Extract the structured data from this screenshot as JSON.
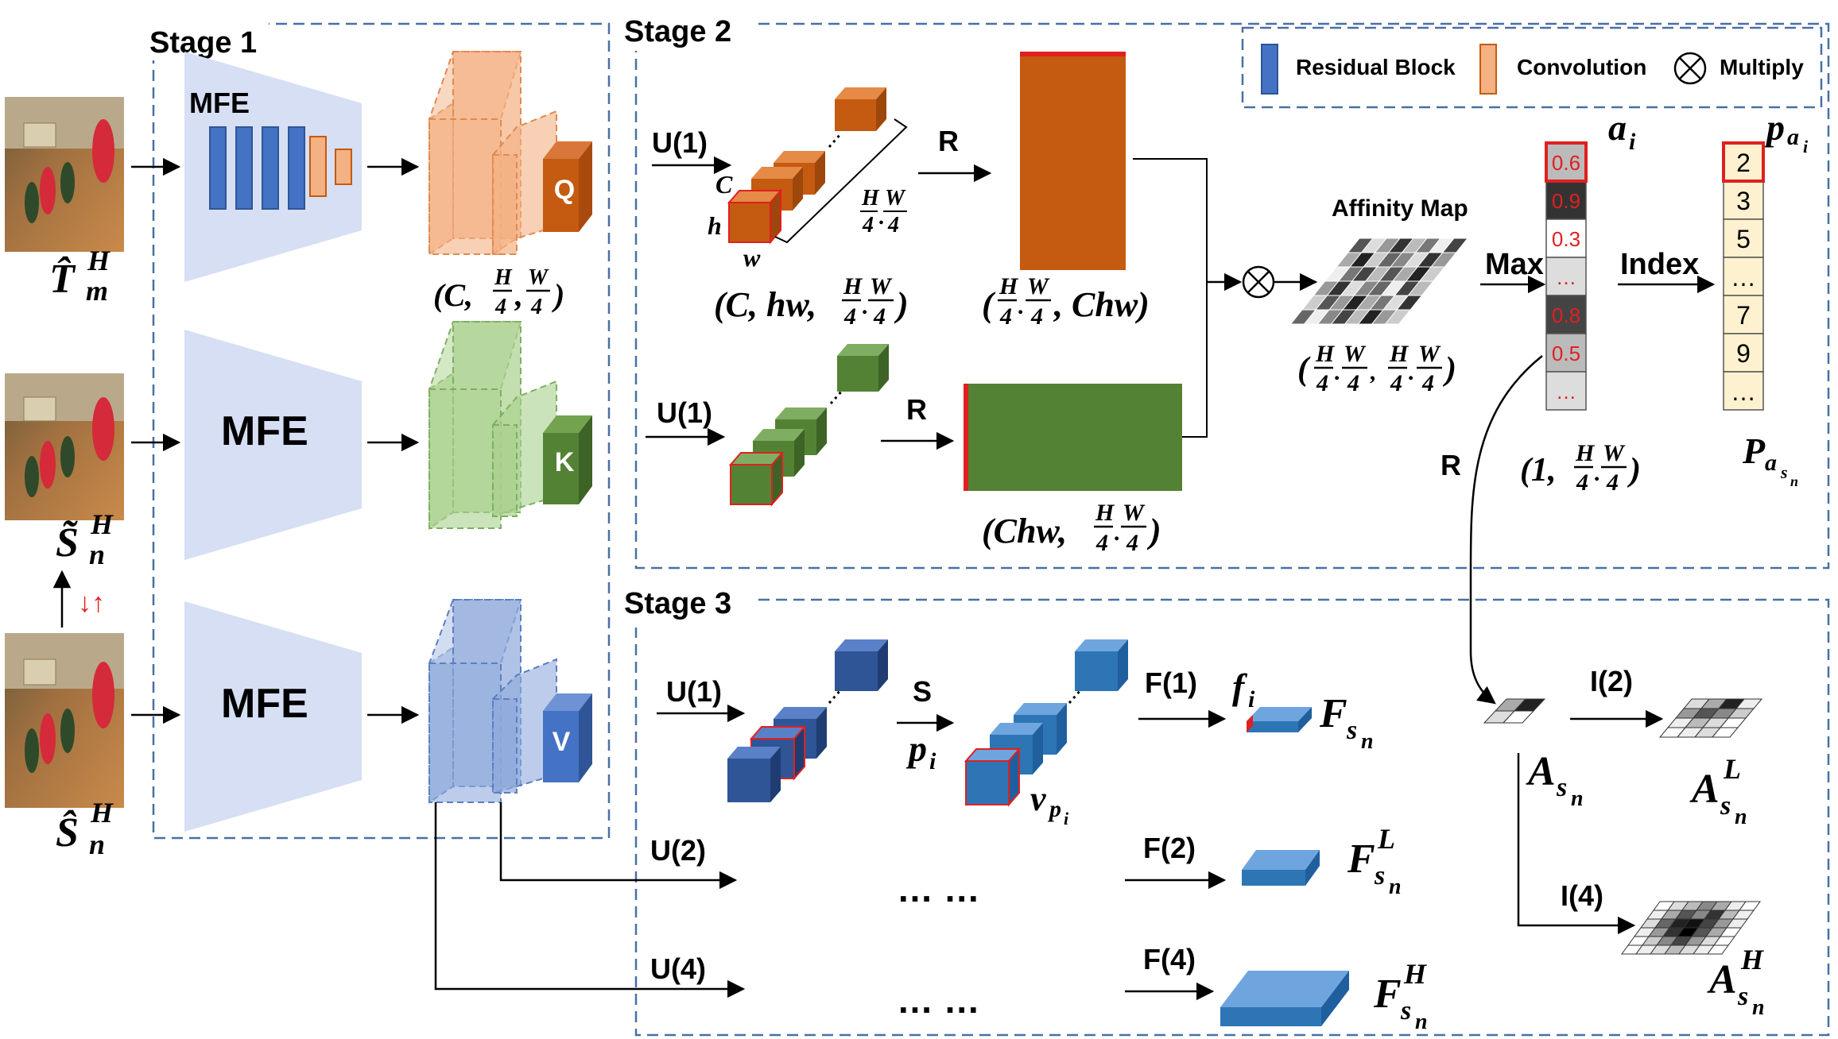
{
  "stages": {
    "stage1": "Stage 1",
    "stage2": "Stage 2",
    "stage3": "Stage 3"
  },
  "legend": {
    "residual": "Residual Block",
    "conv": "Convolution",
    "multiply": "Multiply"
  },
  "stage1": {
    "mfe_small": "MFE",
    "mfe": "MFE",
    "q": "Q",
    "k": "K",
    "v": "V",
    "inputs": {
      "t": "T̂",
      "t_sup": "H",
      "t_sub": "m",
      "s1": "S̃",
      "s1_sup": "H",
      "s1_sub": "n",
      "s2": "Ŝ",
      "s2_sup": "H",
      "s2_sub": "n"
    },
    "updown": "↓↑",
    "qshape": {
      "pre": "(C,",
      "a_num": "H",
      "a_den": "4",
      "b_num": "W",
      "b_den": "4",
      "post": ")"
    }
  },
  "stage2": {
    "u1": "U(1)",
    "u1b": "U(1)",
    "r": "R",
    "rb": "R",
    "c": "C",
    "h": "h",
    "w": "w",
    "bracket": {
      "a_num": "H",
      "a_den": "4",
      "b_num": "W",
      "b_den": "4"
    },
    "shape1": {
      "pre": "(C, hw,",
      "a_num": "H",
      "a_den": "4",
      "b_num": "W",
      "b_den": "4",
      "post": ")"
    },
    "shape2": {
      "pre": "(",
      "a_num": "H",
      "a_den": "4",
      "b_num": "W",
      "b_den": "4",
      "post": ", Chw)"
    },
    "shape3": {
      "pre": "(Chw,",
      "a_num": "H",
      "a_den": "4",
      "b_num": "W",
      "b_den": "4",
      "post": ")"
    },
    "affinity": "Affinity Map",
    "affshape": {
      "a_num": "H",
      "a_den": "4",
      "b_num": "W",
      "b_den": "4"
    },
    "max": "Max",
    "index": "Index",
    "a_label": "a",
    "a_sub": "i",
    "p_label": "p",
    "p_sub": "a",
    "p_subsub": "i",
    "P_label": "P",
    "P_sub": "a",
    "P_subsub": "s",
    "P_subsubsub": "n",
    "ai_values": [
      "0.6",
      "0.9",
      "0.3",
      "…",
      "0.8",
      "0.5",
      "…"
    ],
    "pai_values": [
      "2",
      "3",
      "5",
      "…",
      "7",
      "9",
      "…"
    ],
    "vecshape": {
      "pre": "(1,",
      "a_num": "H",
      "a_den": "4",
      "b_num": "W",
      "b_den": "4",
      "post": ")"
    },
    "r_down": "R"
  },
  "stage3": {
    "u1": "U(1)",
    "u2": "U(2)",
    "u4": "U(4)",
    "s": "S",
    "pi": "p",
    "pi_sub": "i",
    "v": "v",
    "v_sub": "p",
    "v_subsub": "i",
    "f1": "F(1)",
    "f2": "F(2)",
    "f4": "F(4)",
    "fi": "f",
    "fi_sub": "i",
    "dots": "… …",
    "F": "F",
    "F_sub": "s",
    "F_subsub": "n",
    "F_L": "L",
    "F_H": "H",
    "A": "A",
    "A_sub": "s",
    "A_subsub": "n",
    "A_L": "L",
    "A_H": "H",
    "i2": "I(2)",
    "i4": "I(4)"
  },
  "colors": {
    "blue_dark": "#2f5597",
    "blue": "#4472c4",
    "blue_light": "#b4c7e7",
    "orange": "#c55a11",
    "orange_light": "#f4b183",
    "green": "#548235",
    "green_light": "#a9d18e",
    "mfe_bg": "#d6dff3",
    "dash": "#4a6fa5",
    "red": "#e02020",
    "beige": "#fdf1cf"
  }
}
